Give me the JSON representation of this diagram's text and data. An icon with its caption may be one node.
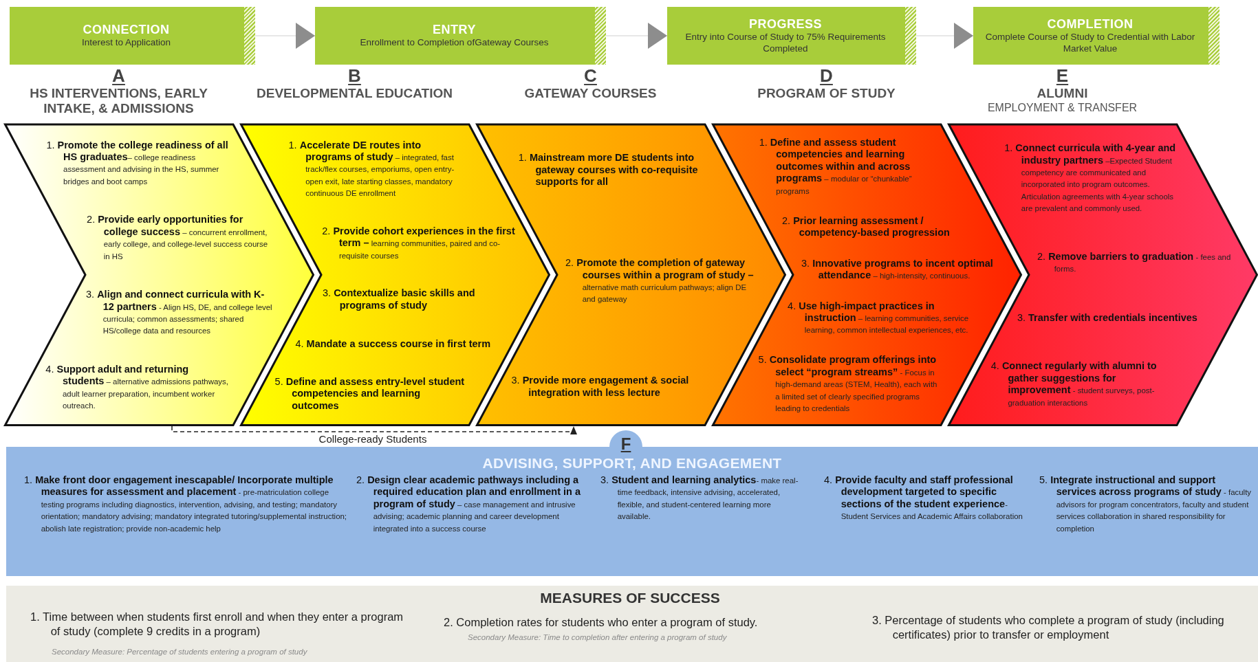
{
  "diagram": {
    "nodes": [
      {
        "text": [
          "CONNECTION",
          "Interest to Application"
        ]
      },
      {
        "text": [
          "ENTRY",
          "Enrollment to Completion ofGateway Courses"
        ]
      },
      {
        "text": [
          "PROGRESS",
          "Entry into Course of Study to 75% Requirements Completed"
        ]
      },
      {
        "text": [
          "COMPLETION",
          "Complete Course of Study to Credential with Labor Market Value"
        ]
      },
      {
        "text": [
          "A",
          "HS INTERVENTIONS, EARLY INTAKE, & ADMISSIONS",
          "1. **Promote the college readiness of all HS graduates**– college readiness assessment and advising in the HS, summer bridges and boot camps",
          "2. **Provide early opportunities for college success** – concurrent enrollment, early college, and college-level success course in HS",
          "3. **Align and connect curricula with K-12 partners** - Align HS, DE, and college level curricula; common assessments; shared HS/college data and resources",
          "4. **Support adult and returning students** – alternative admissions pathways, adult learner preparation, incumbent worker outreach."
        ]
      },
      {
        "text": [
          "B",
          "DEVELOPMENTAL EDUCATION",
          "1. **Accelerate DE routes into programs of study** – integrated, fast track/flex courses, emporiums, open entry-open exit, late starting classes, mandatory continuous DE enrollment",
          "2. **Provide cohort experiences in the first term –** learning communities, paired and co-requisite courses",
          "3. **Contextualize basic skills and programs of study**",
          "4. **Mandate a success course in first term**",
          "5. **Define and assess entry-level student competencies and learning outcomes**"
        ]
      },
      {
        "text": [
          "C",
          "GATEWAY COURSES",
          "1. **Mainstream more DE students into gateway courses with co-requisite supports for all**",
          "2. **Promote the completion of gateway courses within a program of study –** alternative math curriculum pathways; align DE and gateway",
          "3. **Provide more engagement & social integration with less lecture**"
        ]
      },
      {
        "text": [
          "D",
          "PROGRAM OF STUDY",
          "1. **Define and assess student competencies and learning outcomes within and across programs** – modular or “chunkable” programs",
          "2. **Prior learning assessment / competency-based progression**",
          "3. **Innovative programs to incent optimal attendance** – high-intensity, continuous.",
          "4. **Use high-impact practices in instruction** – learning communities, service learning, common intellectual experiences, etc.",
          "5. **Consolidate program offerings into select “program streams”** - Focus in high-demand areas (STEM, Health), each with a limited set of clearly specified programs leading to credentials"
        ]
      },
      {
        "text": [
          "E",
          "ALUMNI",
          "EMPLOYMENT & TRANSFER",
          "1. **Connect curricula with 4-year and industry partners** –Expected Student competency are communicated and incorporated into program outcomes. Articulation agreements with 4-year schools are prevalent and commonly used.",
          "2. **Remove barriers to graduation** - fees and forms.",
          "3. **Transfer with credentials incentives**",
          "4. **Connect regularly with alumni to gather suggestions for improvement** - student surveys, post-graduation interactions"
        ]
      },
      {
        "text": [
          "F",
          "ADVISING, SUPPORT, AND ENGAGEMENT",
          "1. **Make front door engagement inescapable/ Incorporate multiple measures for assessment and placement** - pre-matriculation college testing programs including diagnostics, intervention, advising, and testing; mandatory orientation; mandatory advising; mandatory integrated tutoring/supplemental instruction; abolish late registration; provide non-academic help",
          "2. **Design clear academic pathways including a required education plan and enrollment in a program of study** – case management and intrusive advising; academic planning and career development integrated into a success course",
          "3. **Student and learning analytics**- make real-time feedback, intensive advising, accelerated, flexible, and student-centered learning more available.",
          "4. **Provide faculty and staff professional development targeted to specific sections of the student experience**- Student Services and Academic Affairs collaboration",
          "5. **Integrate instructional and support services across programs of study** - faculty advisors for program concentrators, faculty and student services collaboration in shared responsibility for completion"
        ]
      },
      {
        "text": [
          "MEASURES OF SUCCESS",
          "1. Time between when students first enroll and when they enter a program of study (complete 9 credits in a program)",
          "Secondary Measure: Percentage of students entering a program of study",
          "2. Completion rates for students who enter a program of study.",
          "Secondary Measure: Time to completion after entering a program of study",
          "3. Percentage of students who complete a program of study (including certificates) prior to transfer or employment"
        ]
      }
    ],
    "edges": [
      {
        "from": 0,
        "to": 1,
        "arrow": "to"
      },
      {
        "from": 1,
        "to": 2,
        "arrow": "to"
      },
      {
        "from": 2,
        "to": 3,
        "arrow": "to"
      },
      {
        "from": 4,
        "to": 6,
        "arrow": "to",
        "label": "College-ready Students",
        "style": "dashed",
        "color": "#222222"
      }
    ]
  }
}
